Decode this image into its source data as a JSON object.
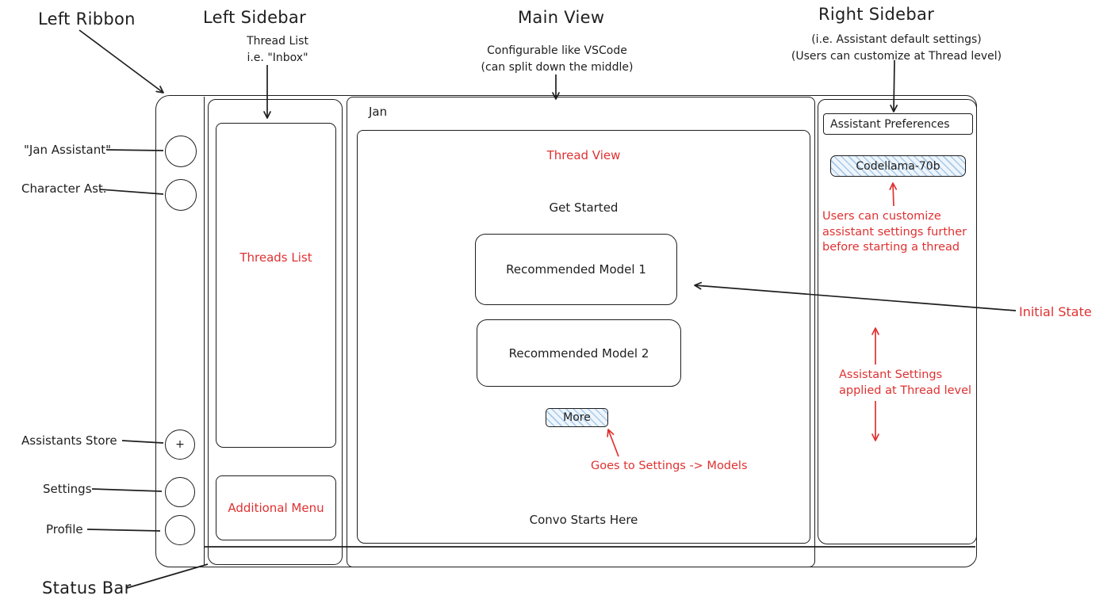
{
  "colors": {
    "ink": "#1e1e1e",
    "accent_red": "#e03131",
    "hatch_fill": "#eef5fc",
    "hatch_line": "#6ea5d7"
  },
  "annotations": {
    "left_ribbon": "Left Ribbon",
    "left_sidebar": {
      "title": "Left Sidebar",
      "note": "Thread List\ni.e. \"Inbox\""
    },
    "main_view": {
      "title": "Main View",
      "note": "Configurable like VSCode\n(can split down the middle)"
    },
    "right_sidebar": {
      "title": "Right Sidebar",
      "note": "(i.e. Assistant default settings)\n(Users can customize at Thread level)"
    },
    "status_bar": "Status Bar",
    "initial_state": "Initial State",
    "ribbon_items": {
      "jan_assistant": "\"Jan Assistant\"",
      "character_ast": "Character Ast.",
      "assistants_store": "Assistants Store",
      "settings": "Settings",
      "profile": "Profile"
    },
    "red_notes": {
      "customize": "Users can customize\nassistant settings further\nbefore starting a thread",
      "applied": "Assistant Settings\napplied at Thread level",
      "goes_to": "Goes to Settings -> Models"
    }
  },
  "window": {
    "ribbon": {
      "store_plus": "+"
    },
    "left_sidebar": {
      "threads_list": "Threads List",
      "additional_menu": "Additional Menu"
    },
    "main_view": {
      "title": "Jan",
      "thread_view": "Thread View",
      "get_started": "Get Started",
      "model_1": "Recommended Model 1",
      "model_2": "Recommended Model 2",
      "more": "More",
      "convo": "Convo Starts Here"
    },
    "right_sidebar": {
      "header": "Assistant Preferences",
      "model_chip": "Codellama-70b"
    }
  }
}
